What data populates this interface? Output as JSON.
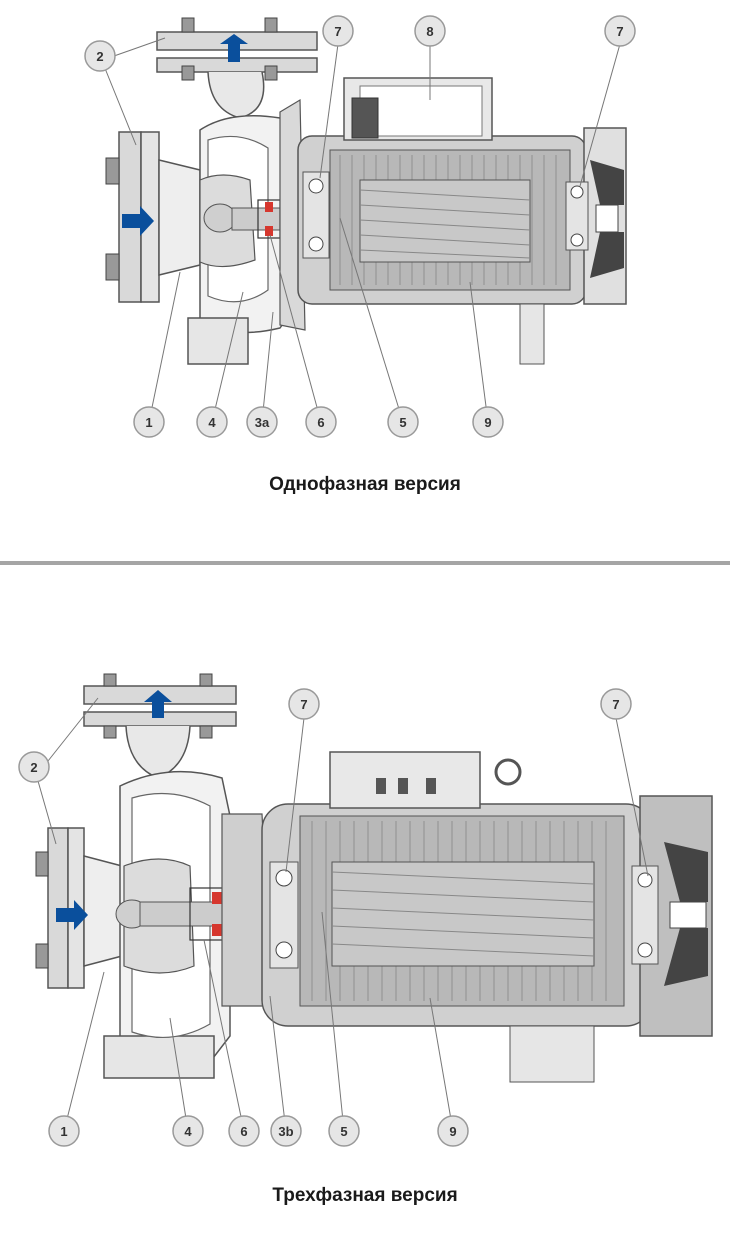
{
  "colors": {
    "flow_arrow": "#0a4f9c",
    "seal_red": "#d6372e",
    "housing_gray": "#d9d9d9",
    "stator_gray": "#b3b3b3",
    "dark_gray": "#555555",
    "callout_fill": "#e6e6e6",
    "divider": "#a5a5a5"
  },
  "single_phase": {
    "caption": "Однофазная версия",
    "callouts": [
      "1",
      "2",
      "3a",
      "4",
      "5",
      "6",
      "7",
      "7",
      "8",
      "9"
    ]
  },
  "three_phase": {
    "caption": "Трехфазная версия",
    "callouts": [
      "1",
      "2",
      "3b",
      "4",
      "5",
      "6",
      "7",
      "7",
      "9"
    ]
  }
}
